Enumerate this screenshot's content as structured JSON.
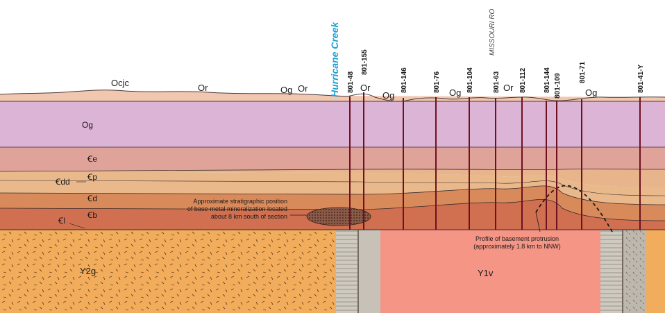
{
  "section": {
    "creek_label": "Hurricane Creek",
    "road_label": "MISSOURI RO",
    "surface_labels": [
      "Ocjc",
      "Or",
      "Og",
      "Or",
      "Or",
      "Og",
      "Og",
      "Or",
      "Og"
    ],
    "unit_labels": {
      "og": "Og",
      "ce": "Ꞓe",
      "cdd": "Ꞓdd",
      "cp": "Ꞓp",
      "cd": "Ꞓd",
      "cl": "Ꞓl",
      "cb": "Ꞓb",
      "y2g": "Y2g",
      "y1v": "Y1v"
    },
    "wells": [
      "801-48",
      "801-155",
      "801-146",
      "801-76",
      "801-104",
      "801-63",
      "801-112",
      "801-144",
      "801-109",
      "801-71",
      "801-41-Y"
    ],
    "mineralization_note": [
      "Approximate stratigraphic position",
      "of base-metal mineralization located",
      "about 8 km south of section"
    ],
    "protrusion_note": [
      "Profile of basement protrusion",
      "(approximately 1.8 km to NNW)"
    ],
    "colors": {
      "surface": "#f2c7b0",
      "og": "#dcb4d6",
      "ce": "#dfa39a",
      "cp": "#e9b98c",
      "cd": "#d98a5a",
      "cb": "#d07050",
      "y2g": "#f2ad5c",
      "y1v": "#f59585",
      "ore": "#7a4a3a",
      "well": "#6e1020",
      "creek": "#1aa0d6"
    }
  }
}
